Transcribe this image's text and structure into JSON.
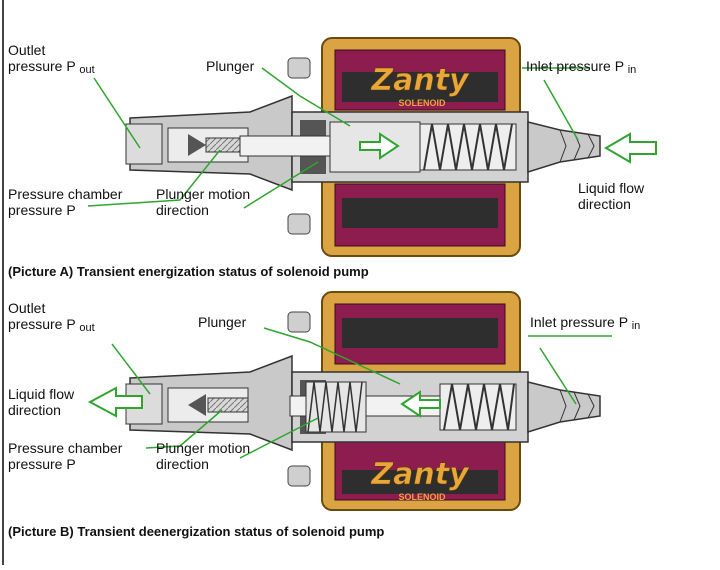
{
  "colors": {
    "coil_frame": "#d9a441",
    "coil_winding": "#8c1d4e",
    "coil_core": "#2e2e2e",
    "body_metal": "#c9c9c9",
    "leader_line": "#2fa52f",
    "arrow_fill": "#ffffff",
    "logo_text": "#e8a63b"
  },
  "picture_a": {
    "caption": "(Picture A) Transient energization status of solenoid pump",
    "outlet_label_line1": "Outlet",
    "outlet_label_line2": "pressure P",
    "outlet_subscript": "out",
    "plunger_label": "Plunger",
    "inlet_label": "Inlet pressure P",
    "inlet_subscript": "in",
    "chamber_label_line1": "Pressure chamber",
    "chamber_label_line2": "pressure P",
    "motion_label_line1": "Plunger motion",
    "motion_label_line2": "direction",
    "flow_label_line1": "Liquid flow",
    "flow_label_line2": "direction",
    "logo_brand": "Zanty",
    "logo_sub": "SOLENOID"
  },
  "picture_b": {
    "caption": "(Picture B) Transient deenergization status of solenoid pump",
    "outlet_label_line1": "Outlet",
    "outlet_label_line2": "pressure P",
    "outlet_subscript": "out",
    "plunger_label": "Plunger",
    "inlet_label": "Inlet pressure P",
    "inlet_subscript": "in",
    "chamber_label_line1": "Pressure chamber",
    "chamber_label_line2": "pressure P",
    "motion_label_line1": "Plunger motion",
    "motion_label_line2": "direction",
    "flow_label_line1": "Liquid flow",
    "flow_label_line2": "direction",
    "logo_brand": "Zanty",
    "logo_sub": "SOLENOID"
  }
}
